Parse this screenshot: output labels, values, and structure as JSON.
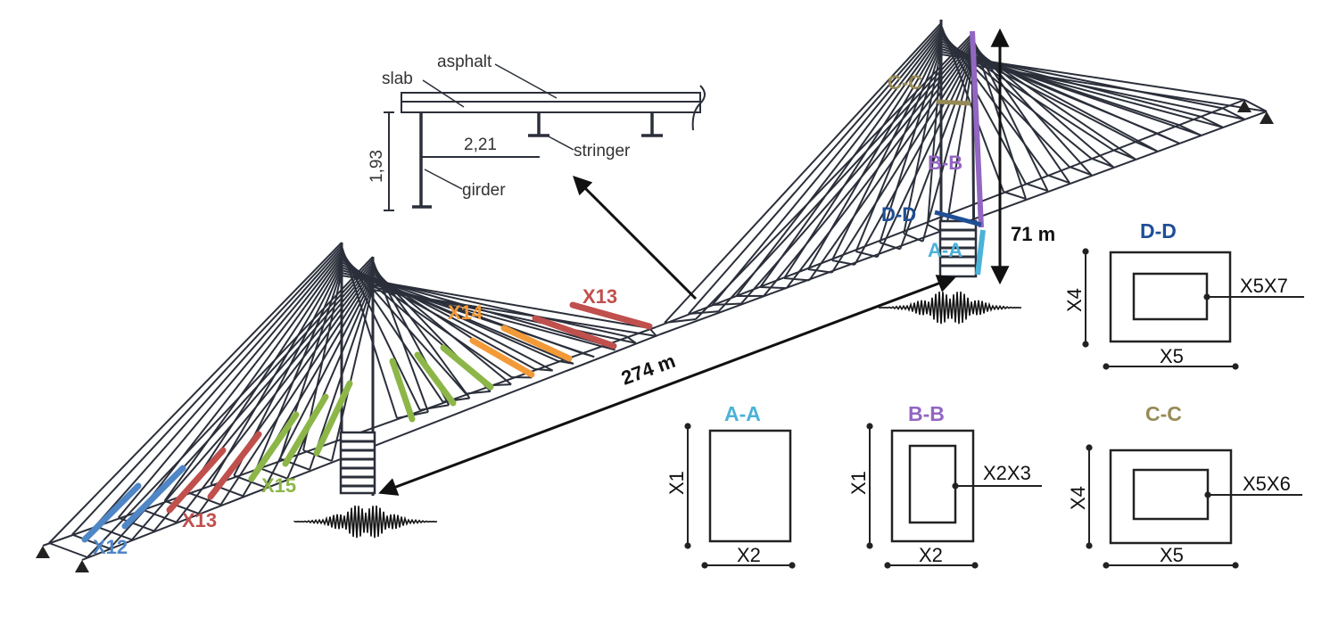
{
  "colors": {
    "blue": "#4f86c6",
    "red": "#c0504d",
    "green": "#8db648",
    "orange": "#f39a38",
    "teal": "#4bb2d8",
    "purple": "#9366c2",
    "olive": "#978a56",
    "navy": "#1f4e96",
    "cable": "#2b2f3a"
  },
  "deck_detail": {
    "asphalt": "asphalt",
    "slab": "slab",
    "stringer": "stringer",
    "girder": "girder",
    "height": "1,93",
    "width": "2,21"
  },
  "bridge": {
    "span": "274 m",
    "tower_height": "71 m",
    "labels": {
      "x12": "X12",
      "x13_left": "X13",
      "x15": "X15",
      "x14": "X14",
      "x13_right": "X13",
      "cc": "C-C",
      "bb": "B-B",
      "dd": "D-D",
      "aa": "A-A"
    }
  },
  "sections": {
    "aa": {
      "title": "A-A",
      "height": "X1",
      "width": "X2"
    },
    "bb": {
      "title": "B-B",
      "height": "X1",
      "width": "X2",
      "thickness": "X2X3"
    },
    "cc": {
      "title": "C-C",
      "height": "X4",
      "width": "X5",
      "thickness": "X5X6"
    },
    "dd": {
      "title": "D-D",
      "height": "X4",
      "width": "X5",
      "thickness": "X5X7"
    }
  }
}
